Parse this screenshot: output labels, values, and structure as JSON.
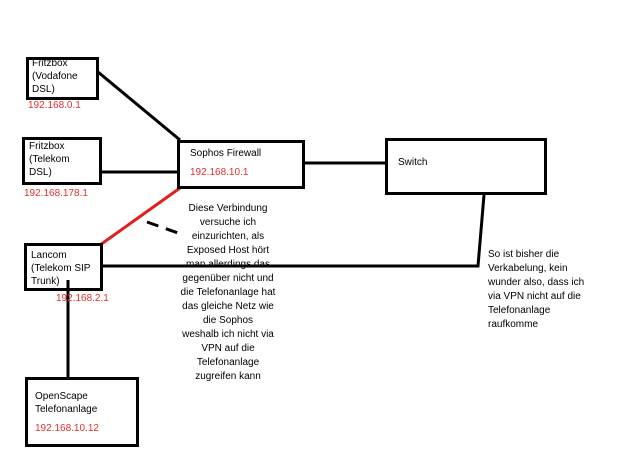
{
  "nodes": {
    "fritzbox_vodafone": {
      "label": "Fritzbox\n(Vodafone\nDSL)",
      "ip": "192.168.0.1"
    },
    "fritzbox_telekom": {
      "label": "Fritzbox\n(Telekom\nDSL)",
      "ip": "192.168.178.1"
    },
    "sophos": {
      "label": "Sophos Firewall",
      "ip": "192.168.10.1"
    },
    "switch": {
      "label": "Switch"
    },
    "lancom": {
      "label": "Lancom\n(Telekom SIP\nTrunk)",
      "ip": "192.168.2.1"
    },
    "openscape": {
      "label": "OpenScape\nTelefonanlage",
      "ip": "192.168.10.12"
    }
  },
  "notes": {
    "center": "Diese Verbindung\nversuche ich\neinzurichten, als\nExposed Host hört\nman allerdings das\ngegenüber nicht und\ndie Telefonanlage hat\ndas gleiche Netz wie\ndie Sophos\nweshalb ich nicht via\nVPN auf die\nTelefonanlage\nzugreifen kann",
    "right": "So ist bisher die\nVerkabelung, kein\nwunder also, dass ich\nvia VPN nicht auf die\nTelefonanlage\nraufkomme"
  },
  "colors": {
    "line": "#000000",
    "red_link": "#e02020",
    "ip_text": "#e03030"
  }
}
